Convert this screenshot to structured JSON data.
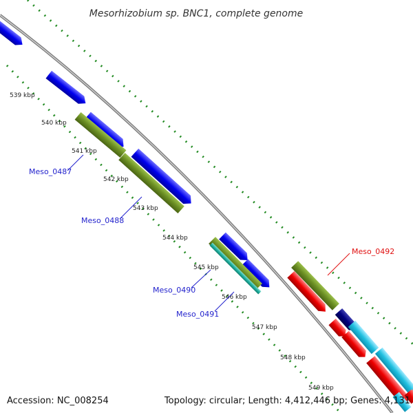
{
  "title": "Mesorhizobium sp. BNC1, complete genome",
  "accession": "Accession: NC_008254",
  "topology": "Topology: circular; Length: 4,412,446 bp; Genes: 4,131",
  "tick_labels": [
    "539 kbp",
    "540 kbp",
    "541 kbp",
    "542 kbp",
    "543 kbp",
    "544 kbp",
    "545 kbp",
    "546 kbp",
    "547 kbp",
    "548 kbp",
    "549 kbp"
  ],
  "gene_labels": [
    {
      "text": "Meso_0487",
      "strand": "forward",
      "color": "#1f1fcc"
    },
    {
      "text": "Meso_0488",
      "strand": "forward",
      "color": "#1f1fcc"
    },
    {
      "text": "Meso_0490",
      "strand": "forward",
      "color": "#1f1fcc"
    },
    {
      "text": "Meso_0491",
      "strand": "forward",
      "color": "#1f1fcc"
    },
    {
      "text": "Meso_0492",
      "strand": "reverse",
      "color": "#e01010"
    }
  ],
  "colors": {
    "backbone": "#888888",
    "forward_gene": "#0000ee",
    "reverse_gene": "#ee0000",
    "rna_or_other": "#6b8e23",
    "cyan_feature": "#20c0e0",
    "dark_feature": "#000080",
    "gc_dots": "#228b22"
  }
}
